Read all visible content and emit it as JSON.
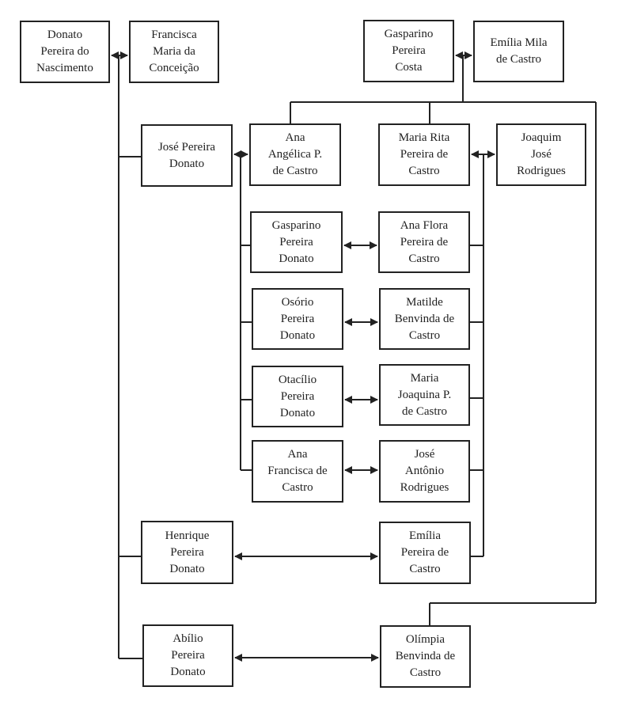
{
  "diagram": {
    "type": "family-tree",
    "line_color": "#222222",
    "people": {
      "donato": "Donato\nPereira do\nNascimento",
      "francisca": "Francisca\nMaria da\nConceição",
      "gasparino_costa": "Gasparino\nPereira\nCosta",
      "emilia_mila": "Emília Mila\nde Castro",
      "jose_pereira": "José Pereira\nDonato",
      "ana_angelica": "Ana\nAngélica P.\nde Castro",
      "maria_rita": "Maria Rita\nPereira de\nCastro",
      "joaquim": "Joaquim\nJosé\nRodrigues",
      "gasparino_donato": "Gasparino\nPereira\nDonato",
      "ana_flora": "Ana Flora\nPereira de\nCastro",
      "osorio": "Osório\nPereira\nDonato",
      "matilde": "Matilde\nBenvinda de\nCastro",
      "otacilio": "Otacílio\nPereira\nDonato",
      "maria_joaquina": "Maria\nJoaquina P.\nde Castro",
      "ana_francisca": "Ana\nFrancisca de\nCastro",
      "jose_antonio": "José\nAntônio\nRodrigues",
      "henrique": "Henrique\nPereira\nDonato",
      "emilia_pereira": "Emília\nPereira de\nCastro",
      "abilio": "Abílio\nPereira\nDonato",
      "olimpia": "Olímpia\nBenvinda de\nCastro"
    },
    "marriages": [
      [
        "donato",
        "francisca"
      ],
      [
        "gasparino_costa",
        "emilia_mila"
      ],
      [
        "jose_pereira",
        "ana_angelica"
      ],
      [
        "maria_rita",
        "joaquim"
      ],
      [
        "gasparino_donato",
        "ana_flora"
      ],
      [
        "osorio",
        "matilde"
      ],
      [
        "otacilio",
        "maria_joaquina"
      ],
      [
        "ana_francisca",
        "jose_antonio"
      ],
      [
        "henrique",
        "emilia_pereira"
      ],
      [
        "abilio",
        "olimpia"
      ]
    ],
    "descent": [
      {
        "parents": [
          "donato",
          "francisca"
        ],
        "children": [
          "jose_pereira",
          "henrique",
          "abilio"
        ]
      },
      {
        "parents": [
          "gasparino_costa",
          "emilia_mila"
        ],
        "children": [
          "ana_angelica",
          "maria_rita",
          "olimpia"
        ]
      },
      {
        "parents": [
          "jose_pereira",
          "ana_angelica"
        ],
        "children": [
          "gasparino_donato",
          "osorio",
          "otacilio",
          "ana_francisca"
        ]
      },
      {
        "parents": [
          "maria_rita",
          "joaquim"
        ],
        "children": [
          "ana_flora",
          "matilde",
          "maria_joaquina",
          "jose_antonio",
          "emilia_pereira"
        ]
      }
    ]
  }
}
